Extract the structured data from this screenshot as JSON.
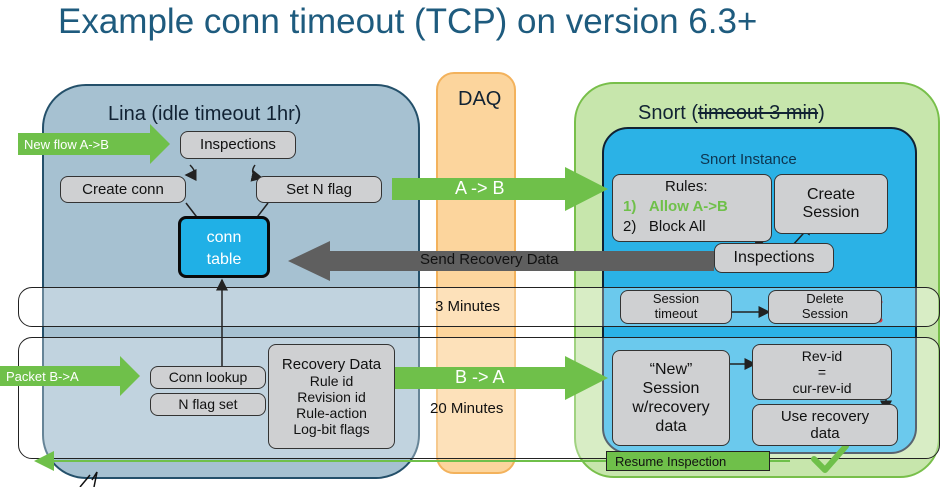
{
  "title": "Example conn timeout (TCP) on version 6.3+",
  "lina": {
    "title": "Lina (idle timeout 1hr)",
    "new_flow": "New flow A->B",
    "inspections": "Inspections",
    "create_conn": "Create conn",
    "set_n_flag": "Set N flag",
    "conn_table_line1": "conn",
    "conn_table_line2": "table",
    "packet": "Packet B->A",
    "conn_lookup": "Conn lookup",
    "n_flag_set": "N flag set",
    "recovery": {
      "title": "Recovery Data",
      "lines": [
        "Rule id",
        "Revision id",
        "Rule-action",
        "Log-bit flags"
      ]
    }
  },
  "daq": {
    "title": "DAQ",
    "three_minutes": "3 Minutes",
    "twenty_minutes": "20 Minutes"
  },
  "arrows": {
    "a_to_b": "A -> B",
    "b_to_a": "B -> A",
    "send_recovery": "Send Recovery Data"
  },
  "snort": {
    "title_prefix": "Snort (",
    "title_struck": "timeout 3 min",
    "title_suffix": ")",
    "instance": "Snort Instance",
    "rules_title": "Rules:",
    "rule1_num": "1)",
    "rule1": "Allow A->B",
    "rule2_num": "2)",
    "rule2": "Block All",
    "create_session_line1": "Create",
    "create_session_line2": "Session",
    "inspections": "Inspections",
    "session_timeout_line1": "Session",
    "session_timeout_line2": "timeout",
    "delete_session_line1": "Delete",
    "delete_session_line2": "Session",
    "new_session_lines": [
      "“New”",
      "Session",
      "w/recovery",
      "data"
    ],
    "rev_id_lines": [
      "Rev-id",
      "=",
      "cur-rev-id"
    ],
    "use_recovery_line1": "Use recovery",
    "use_recovery_line2": "data",
    "resume": "Resume Inspection"
  },
  "colors": {
    "title": "#1e5b7e",
    "green_arrow": "#6fc04a",
    "gray_arrow": "#5f5f5f",
    "red_x": "#e8343a",
    "check": "#6fc04a"
  },
  "icons": {
    "delete": "red-x-icon",
    "done": "checkmark-icon"
  }
}
